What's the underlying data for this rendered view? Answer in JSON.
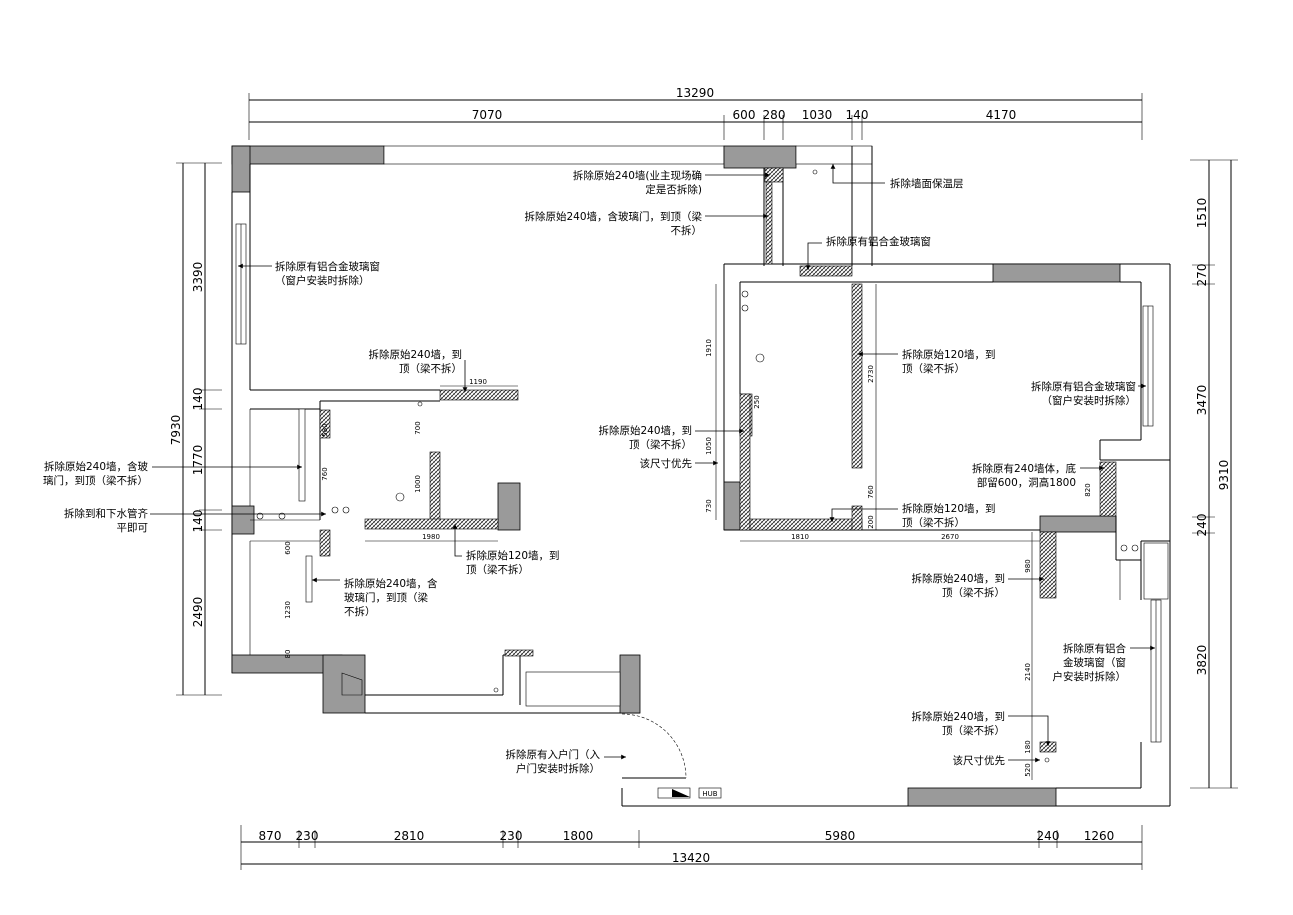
{
  "dimensions": {
    "top_total": "13290",
    "top_segments": [
      "7070",
      "600",
      "280",
      "1030",
      "140",
      "4170"
    ],
    "bottom_total": "13420",
    "bottom_segments": [
      "870",
      "230",
      "2810",
      "230",
      "1800",
      "5980",
      "240",
      "1260"
    ],
    "left_total": "7930",
    "left_segments": [
      "3390",
      "140",
      "1770",
      "140",
      "2490"
    ],
    "right_total": "9310",
    "right_segments": [
      "1510",
      "270",
      "3470",
      "240",
      "3820"
    ],
    "inner": [
      "1190",
      "580",
      "700",
      "760",
      "1000",
      "1980",
      "600",
      "1230",
      "1910",
      "1050",
      "730",
      "250",
      "2730",
      "760",
      "200",
      "1810",
      "2670",
      "820",
      "980",
      "2140",
      "180",
      "520",
      "80"
    ]
  },
  "notes": {
    "n1": [
      "拆除原始240墙(业主现场确",
      "定是否拆除)"
    ],
    "n2": [
      "拆除墙面保温层"
    ],
    "n3": [
      "拆除原始240墙，含玻璃门，到顶（梁",
      "不拆）"
    ],
    "n4": [
      "拆除原有铝合金玻璃窗"
    ],
    "n5": [
      "拆除原有铝合金玻璃窗",
      "（窗户安装时拆除）"
    ],
    "n6": [
      "拆除原始240墙，到",
      "顶（梁不拆）"
    ],
    "n7": [
      "拆除原始120墙，到",
      "顶（梁不拆）"
    ],
    "n8": [
      "拆除原有铝合金玻璃窗",
      "（窗户安装时拆除）"
    ],
    "n9": [
      "拆除原始240墙，到",
      "顶（梁不拆）"
    ],
    "n10": [
      "该尺寸优先"
    ],
    "n11": [
      "拆除原始240墙，含玻",
      "璃门，到顶（梁不拆）"
    ],
    "n12": [
      "拆除原有240墙体，底",
      "部留600，洞高1800"
    ],
    "n13": [
      "拆除到和下水管齐",
      "平即可"
    ],
    "n14": [
      "拆除原始120墙，到",
      "顶（梁不拆）"
    ],
    "n15": [
      "拆除原始120墙，到",
      "顶（梁不拆）"
    ],
    "n16": [
      "拆除原始240墙，到",
      "顶（梁不拆）"
    ],
    "n17": [
      "拆除原始240墙，含",
      "玻璃门，到顶（梁",
      "不拆）"
    ],
    "n18": [
      "拆除原有铝合",
      "金玻璃窗（窗",
      "户安装时拆除）"
    ],
    "n19": [
      "拆除原始240墙，到",
      "顶（梁不拆）"
    ],
    "n20": [
      "拆除原有入户门（入",
      "户门安装时拆除）"
    ],
    "n21": [
      "该尺寸优先"
    ]
  },
  "labels": {
    "hub": "HUB"
  }
}
